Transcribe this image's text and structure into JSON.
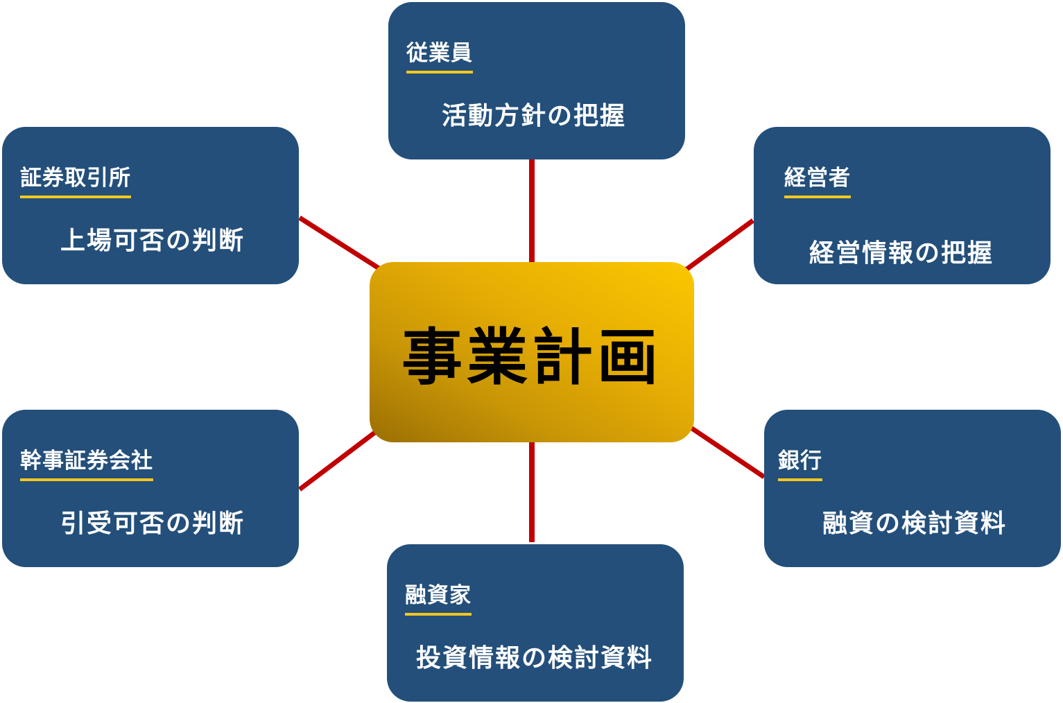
{
  "center": {
    "title": "事業計画"
  },
  "stakeholders": {
    "employees": {
      "role": "従業員",
      "purpose": "活動方針の把握"
    },
    "exchange": {
      "role": "証券取引所",
      "purpose": "上場可否の判断"
    },
    "executives": {
      "role": "経営者",
      "purpose": "経営情報の把握"
    },
    "underwriter": {
      "role": "幹事証券会社",
      "purpose": "引受可否の判断"
    },
    "bank": {
      "role": "銀行",
      "purpose": "融資の検討資料"
    },
    "investor": {
      "role": "融資家",
      "purpose": "投資情報の検討資料"
    }
  },
  "colors": {
    "node_fill": "#234f7a",
    "underline": "#f6c81e",
    "connector": "#c00000",
    "center_gradient": [
      "#9a6f04",
      "#fbc800"
    ]
  }
}
